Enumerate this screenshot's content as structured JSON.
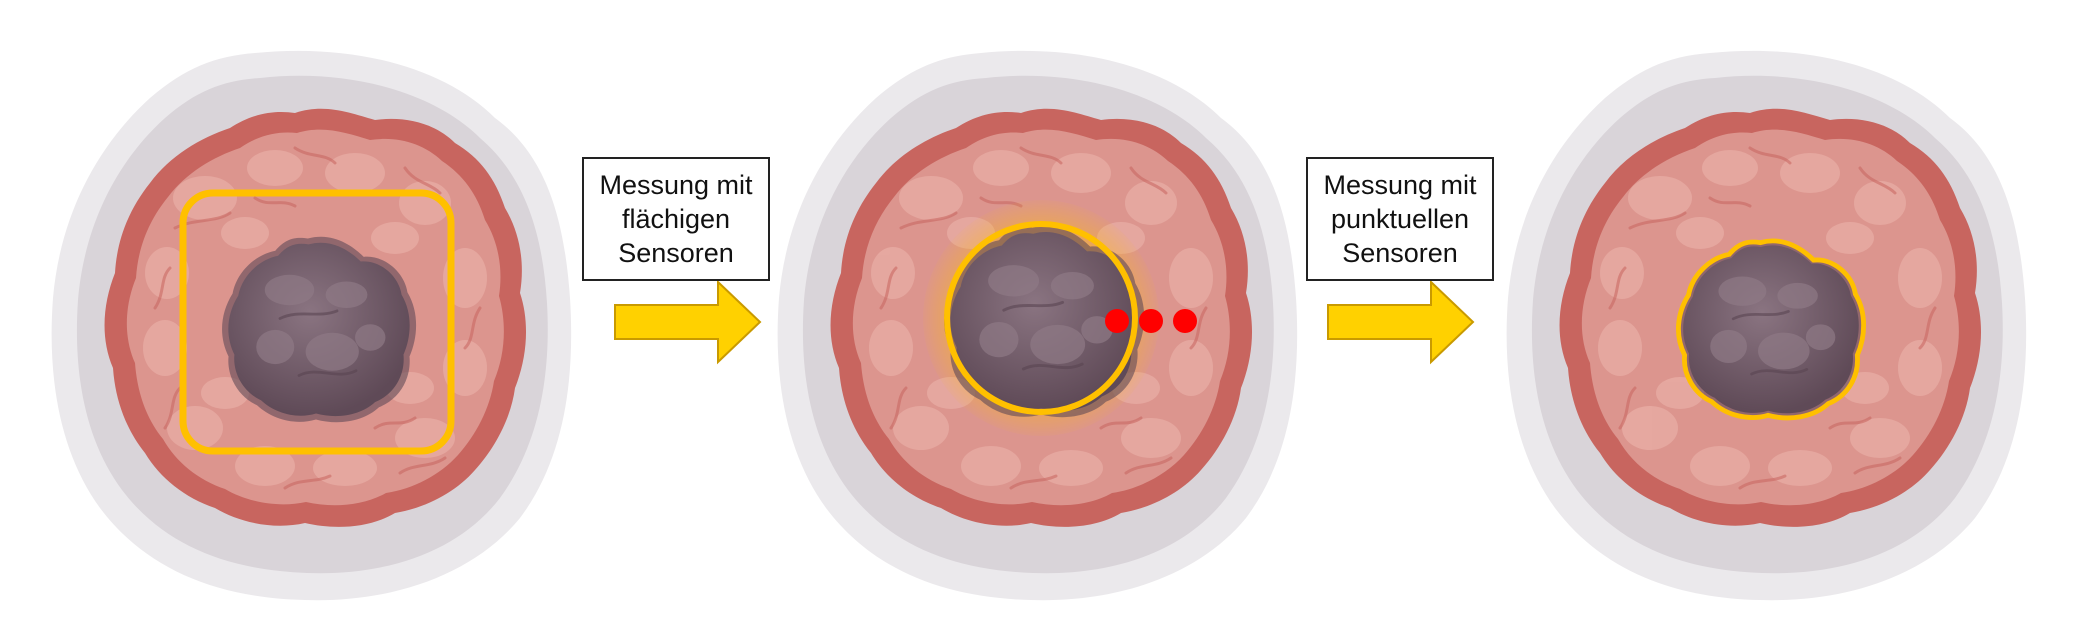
{
  "steps": [
    {
      "lines": [
        "Messung mit",
        "flächigen",
        "Sensoren"
      ]
    },
    {
      "lines": [
        "Messung mit",
        "punktuellen",
        "Sensoren"
      ]
    }
  ],
  "colors": {
    "outer_halo": "#ebe9ec",
    "inner_halo": "#d9d4d9",
    "tissue_rim": "#c8655f",
    "tissue_body": "#dc958e",
    "tissue_fold": "#e7aba3",
    "tumor": "#7b6672",
    "tumor_dark": "#5f4a57",
    "marker": "#ffc000",
    "arrow_fill": "#ffd100",
    "arrow_stroke": "#c99a00",
    "sensor_dot": "#ff0000"
  }
}
